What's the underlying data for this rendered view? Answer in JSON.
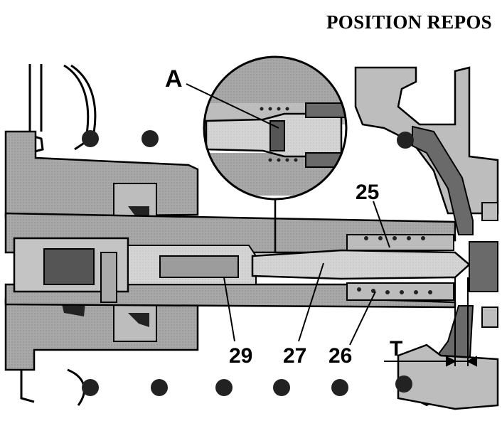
{
  "title": "POSITION REPOS",
  "labels": {
    "detail": "A",
    "part_25": "25",
    "part_26": "26",
    "part_27": "27",
    "part_29": "29",
    "dimension": "T"
  },
  "colors": {
    "housing": "#9a9a9a",
    "dark": "#555555",
    "light": "#cfcfcf",
    "spring": "#222222"
  }
}
